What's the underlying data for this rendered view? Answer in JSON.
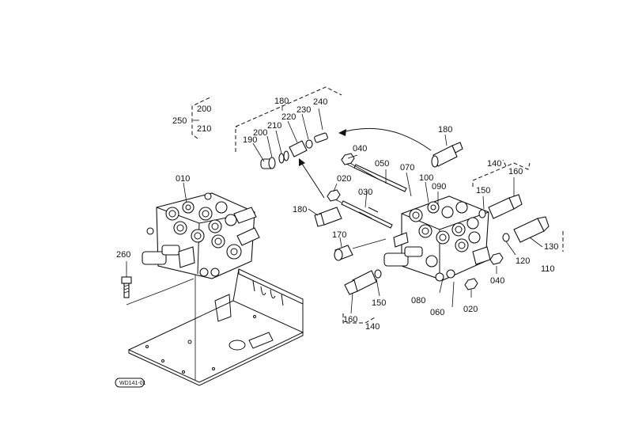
{
  "diagram": {
    "callouts": {
      "p010": "010",
      "p020a": "020",
      "p020b": "020",
      "p030": "030",
      "p040a": "040",
      "p040b": "040",
      "p050": "050",
      "p060": "060",
      "p070": "070",
      "p080": "080",
      "p090": "090",
      "p100": "100",
      "p110": "110",
      "p120": "120",
      "p130": "130",
      "p140a": "140",
      "p140b": "140",
      "p150a": "150",
      "p150b": "150",
      "p160a": "160",
      "p160b": "160",
      "p170": "170",
      "p180a": "180",
      "p180b": "180",
      "p180c": "180",
      "p190": "190",
      "p200a": "200",
      "p200b": "200",
      "p210a": "210",
      "p210b": "210",
      "p220": "220",
      "p230": "230",
      "p240": "240",
      "p250": "250",
      "p260": "260"
    },
    "drawing_code": "WD141-01"
  }
}
